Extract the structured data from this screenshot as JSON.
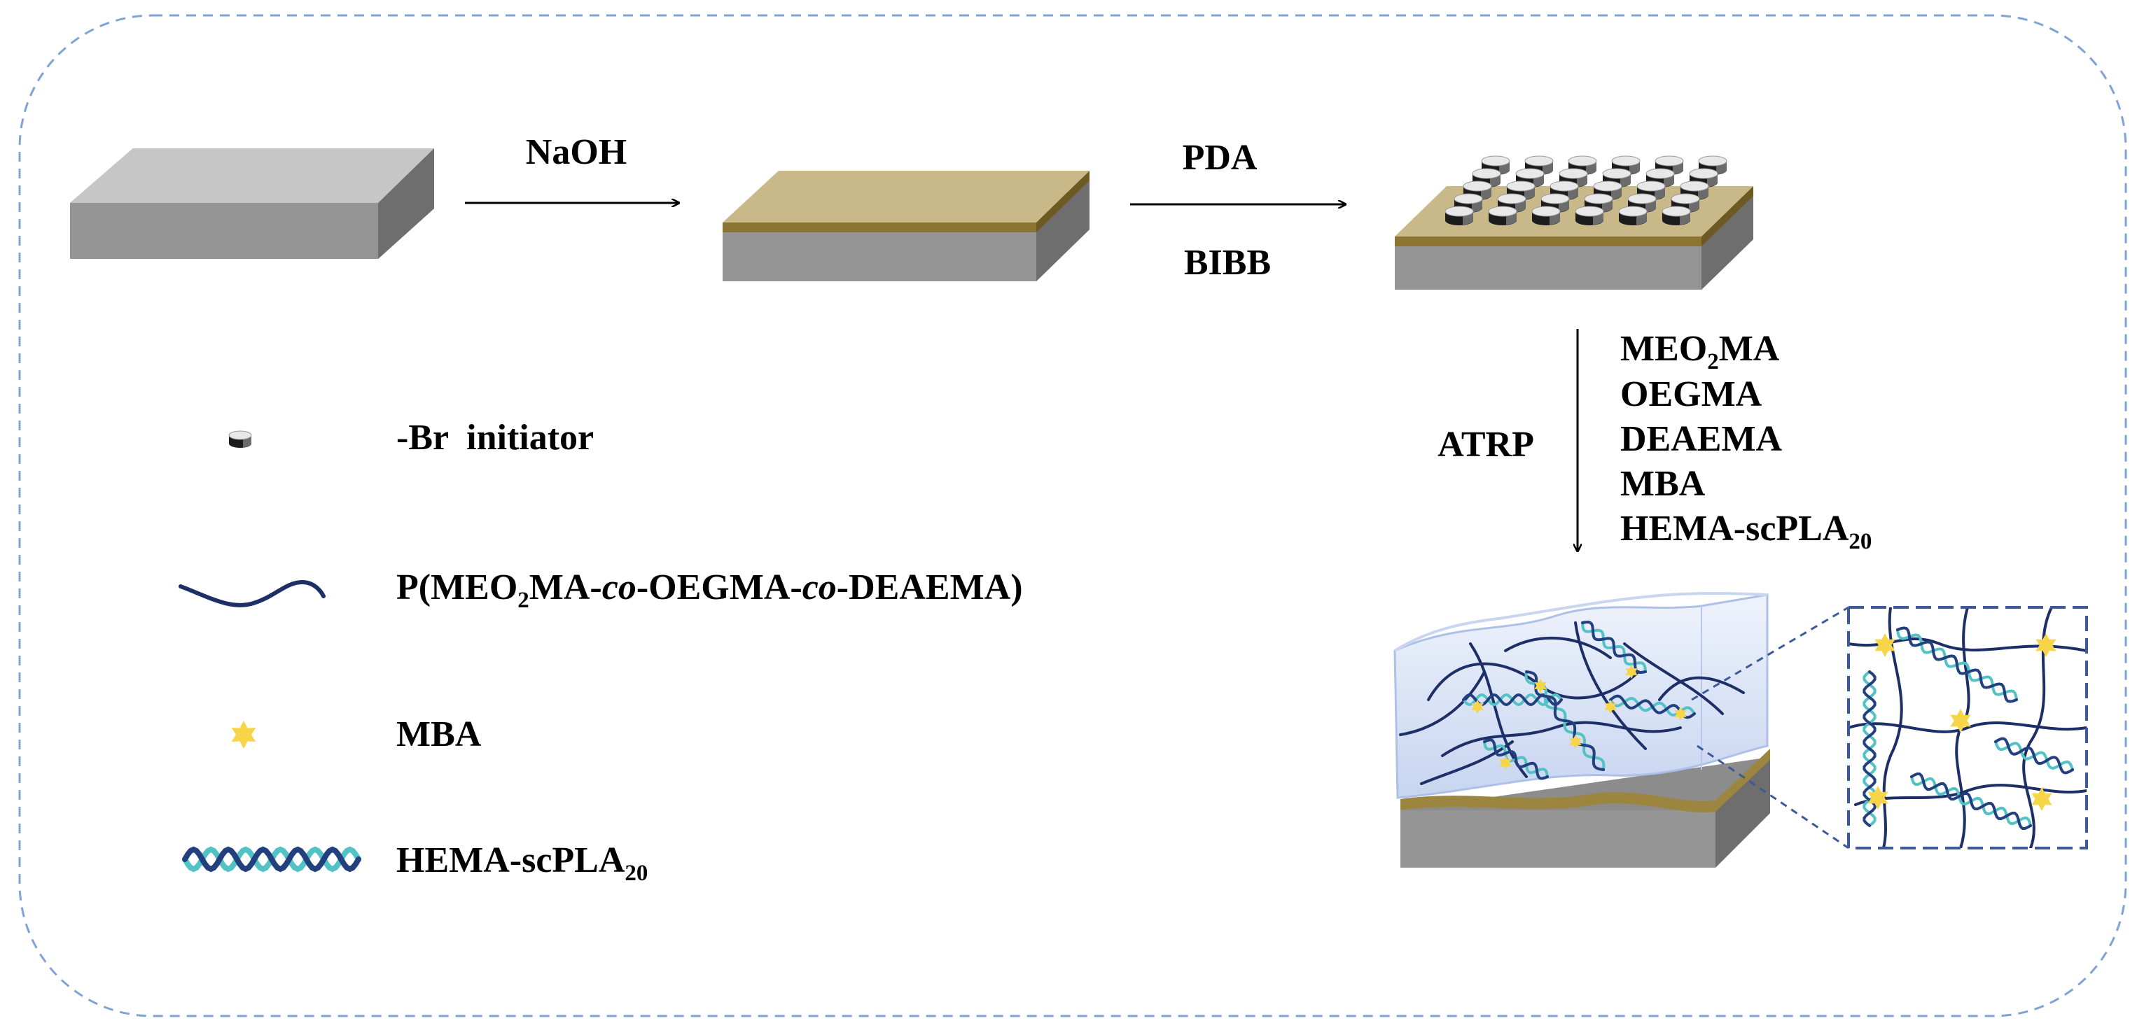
{
  "steps": {
    "step1": "NaOH",
    "step2_top": "PDA",
    "step2_bottom": "BIBB",
    "step3": "ATRP"
  },
  "reagents": [
    {
      "main": "MEO",
      "sub": "2",
      "tail": "MA"
    },
    {
      "main": "OEGMA"
    },
    {
      "main": "DEAEMA"
    },
    {
      "main": "MBA"
    },
    {
      "main": "HEMA-scPLA",
      "sub": "20"
    }
  ],
  "legend": {
    "initiator": {
      "icon": "initiator-disc-icon",
      "label": "-Br  initiator"
    },
    "polymer": {
      "icon": "polymer-chain-icon",
      "p1": "P(MEO",
      "s1": "2",
      "p2": "MA-",
      "i1": "co",
      "p3": "-OEGMA-",
      "i2": "co",
      "p4": "-DEAEMA)"
    },
    "crosslinker": {
      "icon": "star-icon",
      "label": "MBA"
    },
    "helix": {
      "icon": "double-helix-icon",
      "label": "HEMA-scPLA",
      "sub": "20"
    }
  },
  "colors": {
    "frame": "#7fa3d9",
    "slab_top": "#c6c6c6",
    "slab_side": "#8c8c8c",
    "pda_layer": "#c9b888",
    "pda_edge": "#8a7430",
    "hydrogel": "#d2ddf4",
    "chain": "#1e2f68",
    "helix_a": "#53c2c6",
    "helix_b": "#223f7e",
    "star": "#f7d549",
    "zoom_box": "#3c5a99"
  }
}
